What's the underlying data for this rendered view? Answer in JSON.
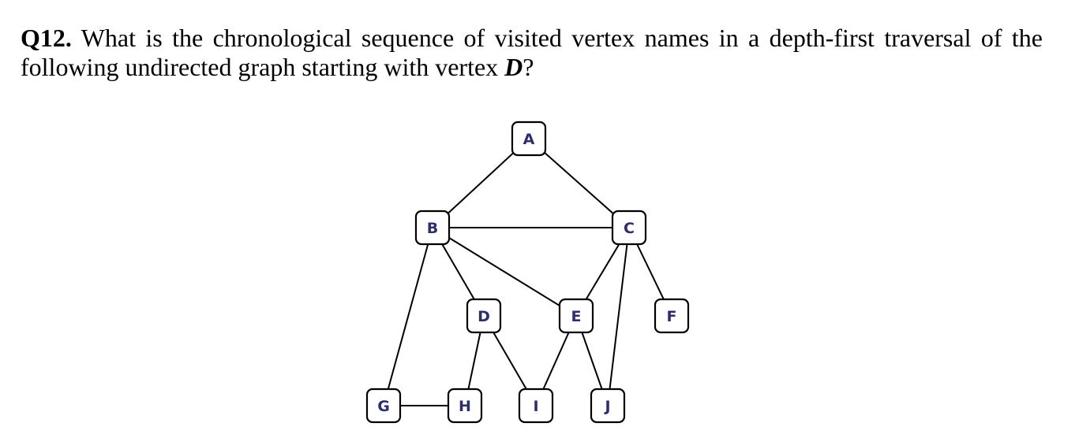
{
  "question": {
    "number": "Q12.",
    "text_before": " What is the chronological sequence of visited vertex names in a depth-first traversal of the following undirected graph starting with vertex ",
    "start_vertex": "D",
    "text_after": "?"
  },
  "graph": {
    "directed": false,
    "style": {
      "node_label_color": "#2e2e6e",
      "node_border_color": "#000000",
      "edge_color": "#000000"
    },
    "nodes": [
      {
        "id": "A",
        "label": "A"
      },
      {
        "id": "B",
        "label": "B"
      },
      {
        "id": "C",
        "label": "C"
      },
      {
        "id": "D",
        "label": "D"
      },
      {
        "id": "E",
        "label": "E"
      },
      {
        "id": "F",
        "label": "F"
      },
      {
        "id": "G",
        "label": "G"
      },
      {
        "id": "H",
        "label": "H"
      },
      {
        "id": "I",
        "label": "I"
      },
      {
        "id": "J",
        "label": "J"
      }
    ],
    "edges": [
      {
        "from": "A",
        "to": "B"
      },
      {
        "from": "A",
        "to": "C"
      },
      {
        "from": "B",
        "to": "C"
      },
      {
        "from": "B",
        "to": "D"
      },
      {
        "from": "B",
        "to": "E"
      },
      {
        "from": "B",
        "to": "G"
      },
      {
        "from": "C",
        "to": "E"
      },
      {
        "from": "C",
        "to": "F"
      },
      {
        "from": "C",
        "to": "J"
      },
      {
        "from": "D",
        "to": "H"
      },
      {
        "from": "D",
        "to": "I"
      },
      {
        "from": "E",
        "to": "I"
      },
      {
        "from": "E",
        "to": "J"
      },
      {
        "from": "G",
        "to": "H"
      }
    ]
  }
}
